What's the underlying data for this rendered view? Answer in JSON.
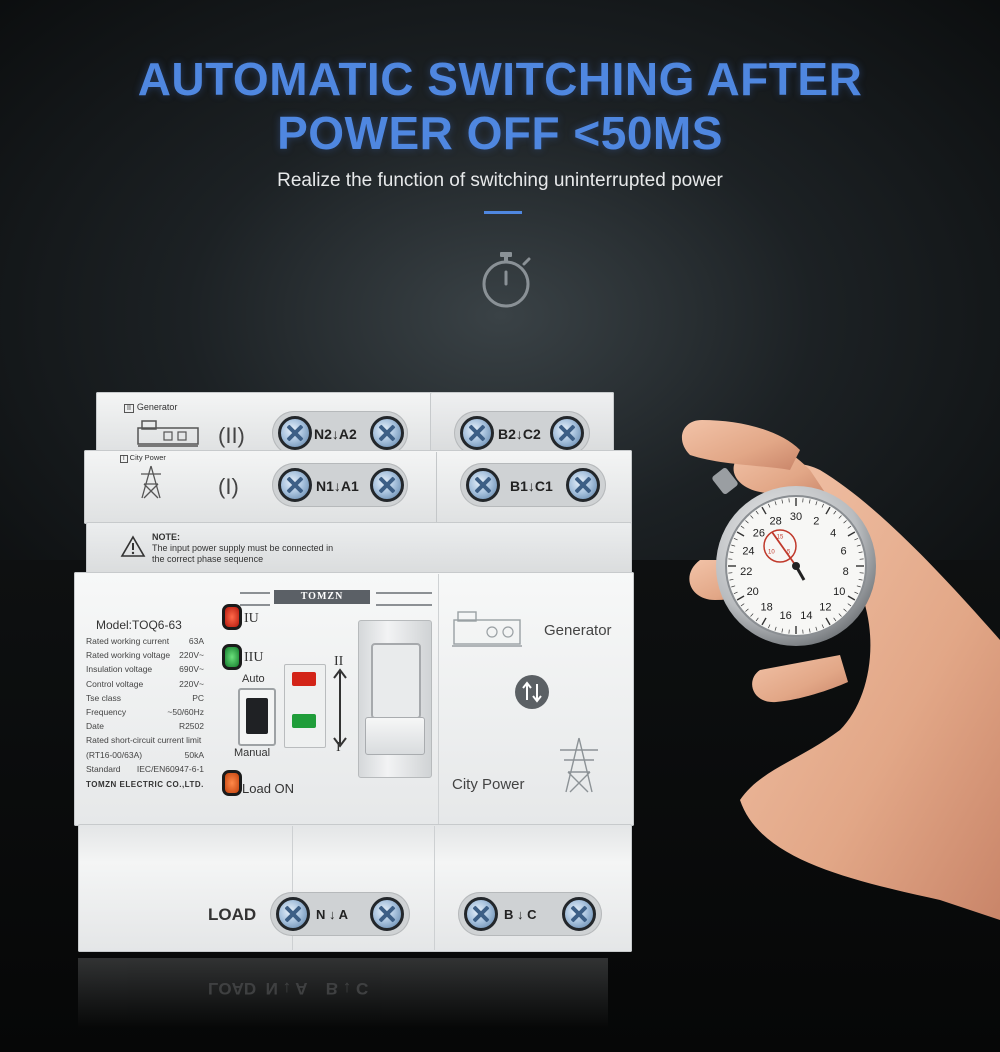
{
  "headline": {
    "line1": "AUTOMATIC SWITCHING AFTER",
    "line2": "POWER OFF <50MS",
    "subtitle": "Realize the function of switching uninterrupted power"
  },
  "colors": {
    "accent": "#4f87e0",
    "device_body": "#eceeef",
    "led_red": "#d32418",
    "led_green": "#1f9d3a"
  },
  "device": {
    "top_row": {
      "source_label": "Generator",
      "roman": "(II)",
      "left_terminal": "N2↓A2",
      "right_terminal": "B2↓C2"
    },
    "second_row": {
      "source_label": "City Power",
      "roman": "(I)",
      "left_terminal": "N1↓A1",
      "right_terminal": "B1↓C1"
    },
    "note": {
      "title": "NOTE:",
      "line1": "The input power supply must be connected in",
      "line2": "the correct phase sequence"
    },
    "brand": "TOMZN",
    "model": "Model:TOQ6-63",
    "specs": [
      {
        "label": "Rated working current",
        "value": "63A"
      },
      {
        "label": "Rated working voltage",
        "value": "220V~"
      },
      {
        "label": "Insulation voltage",
        "value": "690V~"
      },
      {
        "label": "Control voltage",
        "value": "220V~"
      },
      {
        "label": "Tse class",
        "value": "PC"
      },
      {
        "label": "Frequency",
        "value": "~50/60Hz"
      },
      {
        "label": "Date",
        "value": "R2502"
      },
      {
        "label": "Rated short-circuit current limit",
        "value": ""
      },
      {
        "label": "(RT16-00/63A)",
        "value": "50kA"
      },
      {
        "label": "Standard",
        "value": "IEC/EN60947-6-1"
      }
    ],
    "maker": "TOMZN ELECTRIC CO.,LTD.",
    "indicator_iu": "IU",
    "indicator_iiu": "IIU",
    "mode_auto": "Auto",
    "mode_manual": "Manual",
    "load_on": "Load ON",
    "pos_ii": "II",
    "pos_i": "I",
    "generator_label": "Generator",
    "city_power_label": "City Power",
    "load_label": "LOAD",
    "load_left": "N ↓ A",
    "load_right": "B ↓ C",
    "reflection": "LOAD  N ↓ A    B ↓ C"
  },
  "stopwatch": {
    "outer_numbers": [
      "30",
      "2",
      "4",
      "6",
      "8",
      "10",
      "12",
      "14",
      "16",
      "18",
      "20",
      "22",
      "24",
      "26",
      "28"
    ],
    "inner_numbers": [
      "15",
      "5",
      "10"
    ]
  }
}
